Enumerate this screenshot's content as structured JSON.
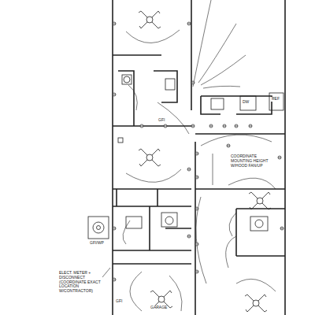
{
  "diagram": {
    "labels": [
      "ELECT. METER + DISCONNECT (COORDINATE EXACT LOCATION W/CONTRACTOR)",
      "COORDINATE MOUNTING HEIGHT W/HOOD FAN/UP",
      "GFI/WP",
      "GFI",
      "DW",
      "REF",
      "GARAGE",
      "GFI"
    ]
  }
}
